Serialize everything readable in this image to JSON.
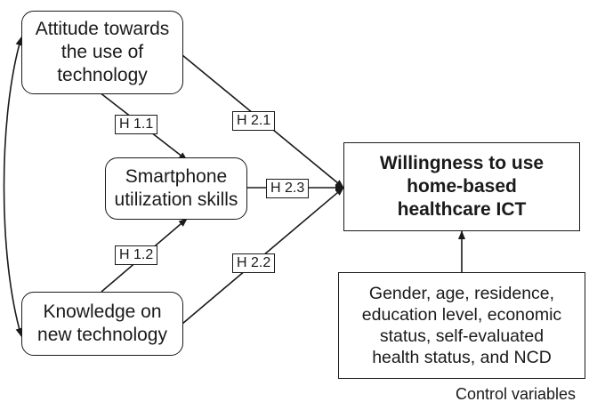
{
  "nodes": {
    "attitude": [
      "Attitude towards",
      "the use of",
      "technology"
    ],
    "smartphone": [
      "Smartphone",
      "utilization skills"
    ],
    "knowledge": [
      "Knowledge on",
      "new technology"
    ],
    "willingness": [
      "Willingness to use",
      "home-based",
      "healthcare ICT"
    ],
    "controls": [
      "Gender, age, residence,",
      "education level, economic",
      "status, self-evaluated",
      "health status, and NCD"
    ]
  },
  "hypotheses": {
    "h11": "H 1.1",
    "h12": "H 1.2",
    "h21": "H 2.1",
    "h22": "H 2.2",
    "h23": "H 2.3"
  },
  "controls_caption": "Control variables"
}
